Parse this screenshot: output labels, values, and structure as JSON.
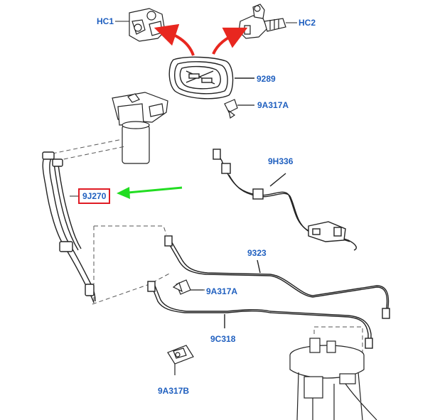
{
  "callouts": {
    "hc1": "HC1",
    "hc2": "HC2",
    "p9289": "9289",
    "p9a317a_top": "9A317A",
    "p9h336": "9H336",
    "p9j270": "9J270",
    "p9323": "9323",
    "p9a317a_mid": "9A317A",
    "p9c318": "9C318",
    "p9a317b": "9A317B"
  },
  "colors": {
    "callout_text": "#1f5fbf",
    "highlight_box": "#e01b24",
    "red_arrow": "#e8271f",
    "green_arrow": "#22dd22",
    "line_art": "#222222"
  },
  "highlight": {
    "part": "9J270"
  }
}
